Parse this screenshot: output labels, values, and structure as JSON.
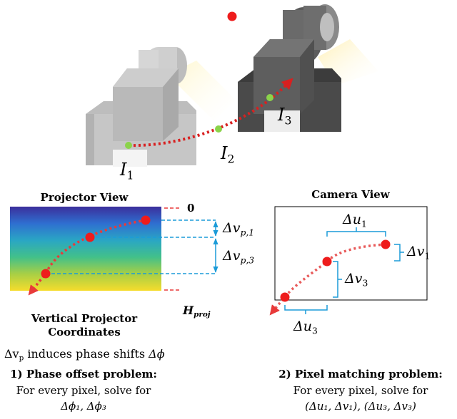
{
  "top_labels": {
    "i1": "I",
    "i1_sub": "1",
    "i2": "I",
    "i2_sub": "2",
    "i3": "I",
    "i3_sub": "3"
  },
  "projector": {
    "title": "Projector View",
    "zero_label": "0",
    "height_label": "H",
    "height_sub": "proj",
    "caption_line1": "Vertical Projector",
    "caption_line2": "Coordinates",
    "dv_p1": "Δv",
    "dv_p1_sub": "p,1",
    "dv_p3": "Δv",
    "dv_p3_sub": "p,3"
  },
  "camera": {
    "title": "Camera View",
    "du1": "Δu",
    "du1_sub": "1",
    "dv1": "Δv",
    "dv1_sub": "1",
    "dv3": "Δv",
    "dv3_sub": "3",
    "du3": "Δu",
    "du3_sub": "3"
  },
  "bottom": {
    "induces_lead": "Δv",
    "induces_sub": "p",
    "induces_text": " induces phase shifts ",
    "induces_phi": "Δϕ",
    "left_heading": "1) Phase offset problem:",
    "left_line1": "For every pixel, solve for",
    "left_line2": "Δϕ₁, Δϕ₃",
    "right_heading": "2) Pixel matching problem:",
    "right_line1": "For every pixel, solve for",
    "right_line2": "(Δu₁, Δv₁), (Δu₃, Δv₃)"
  },
  "colors": {
    "dot_red": "#ee1c1c",
    "dot_green": "#8bd34a",
    "arrow_red": "#e83a3a",
    "bracket_blue": "#1b9bd8",
    "guide_red": "#e83a3a",
    "camera_light": "#c4c4c4",
    "camera_dark": "#555555"
  }
}
